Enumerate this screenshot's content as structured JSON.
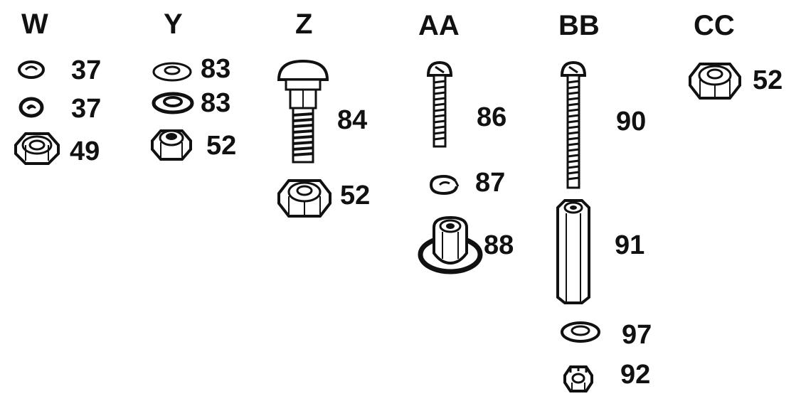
{
  "columns": [
    {
      "id": "W",
      "header": "W",
      "parts": [
        {
          "kind": "flat-washer-small",
          "label": "37"
        },
        {
          "kind": "lock-washer",
          "label": "37"
        },
        {
          "kind": "hex-nut",
          "label": "49"
        }
      ]
    },
    {
      "id": "Y",
      "header": "Y",
      "parts": [
        {
          "kind": "flat-washer-small",
          "label": "83"
        },
        {
          "kind": "flat-washer",
          "label": "83"
        },
        {
          "kind": "lock-nut-small",
          "label": "52"
        }
      ]
    },
    {
      "id": "Z",
      "header": "Z",
      "parts": [
        {
          "kind": "carriage-bolt",
          "label": "84"
        },
        {
          "kind": "lock-nut",
          "label": "52"
        }
      ]
    },
    {
      "id": "AA",
      "header": "AA",
      "parts": [
        {
          "kind": "machine-screw",
          "label": "86"
        },
        {
          "kind": "split-washer",
          "label": "87"
        },
        {
          "kind": "flange-nut",
          "label": "88"
        }
      ]
    },
    {
      "id": "BB",
      "header": "BB",
      "parts": [
        {
          "kind": "long-screw",
          "label": "90"
        },
        {
          "kind": "hex-standoff",
          "label": "91"
        },
        {
          "kind": "flat-washer",
          "label": "97"
        },
        {
          "kind": "castle-nut",
          "label": "92"
        }
      ]
    },
    {
      "id": "CC",
      "header": "CC",
      "parts": [
        {
          "kind": "lock-nut",
          "label": "52"
        }
      ]
    }
  ]
}
